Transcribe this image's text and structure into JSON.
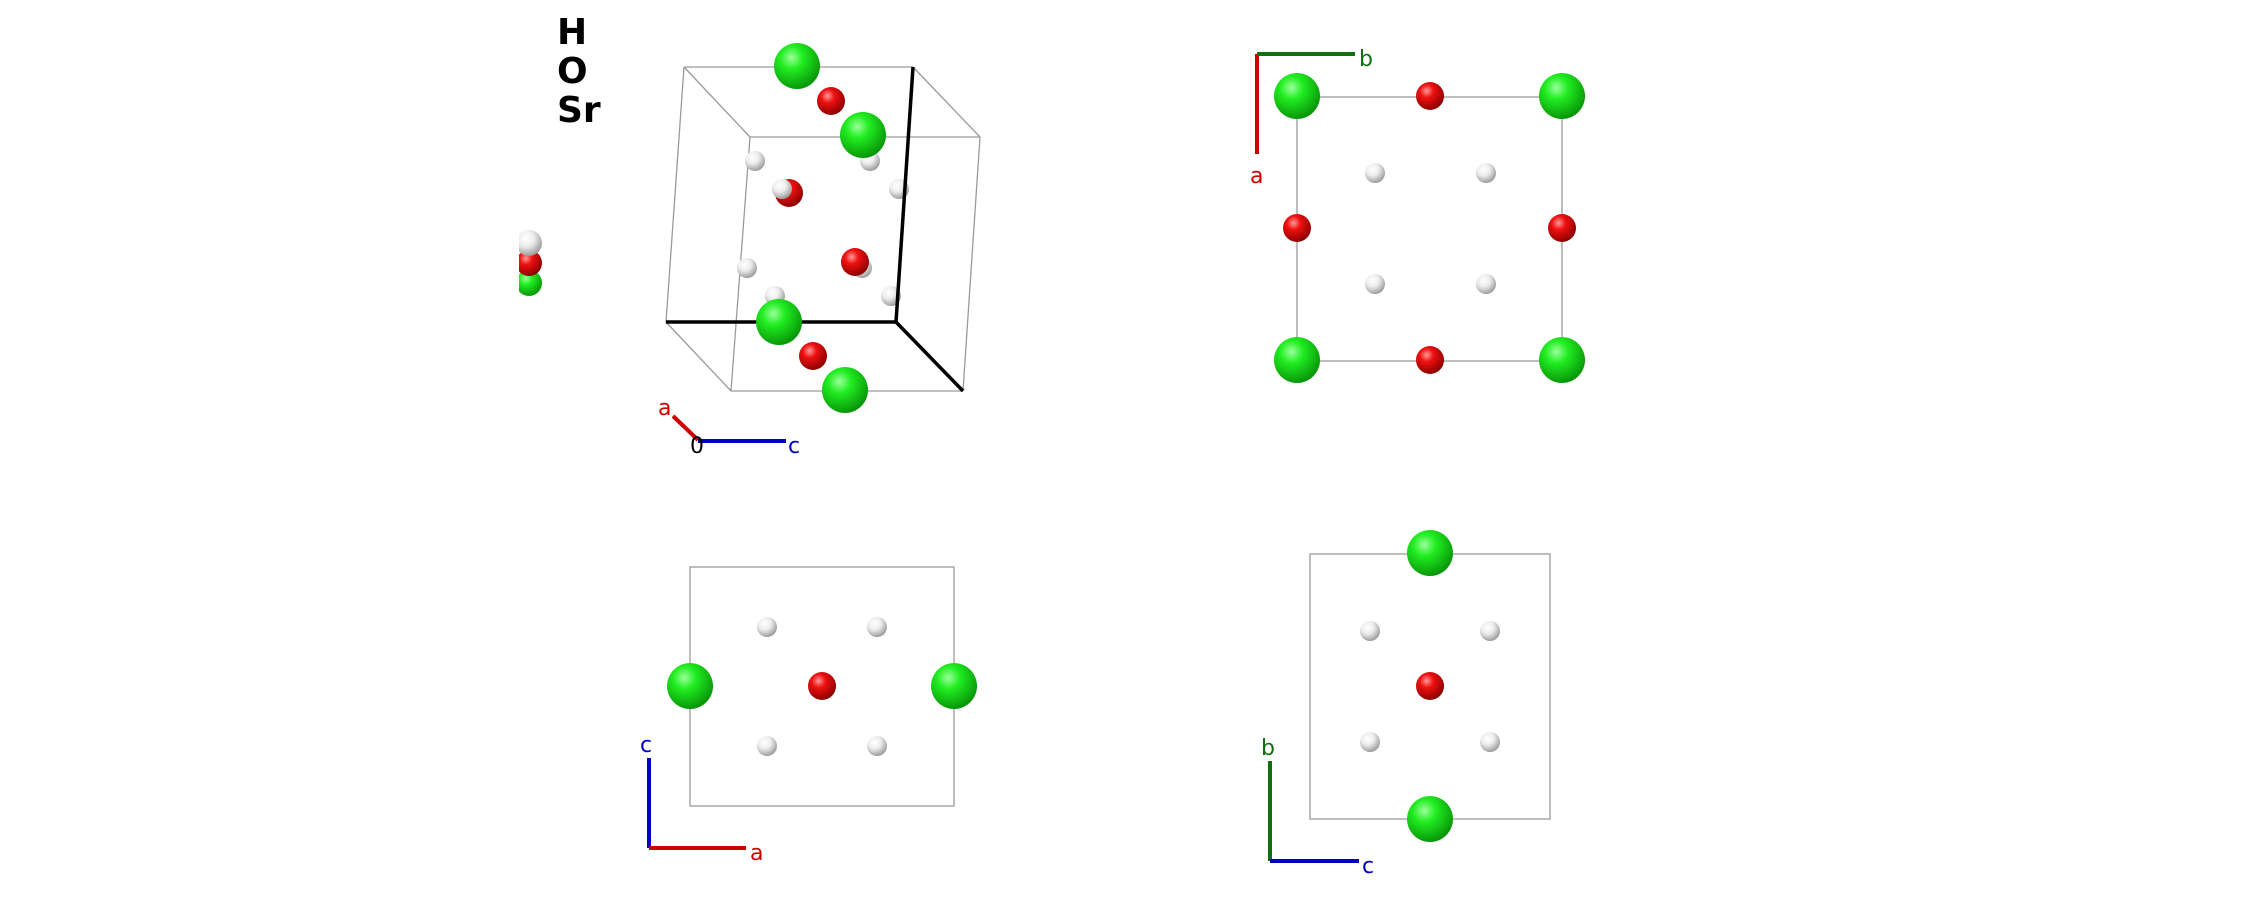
{
  "legend": {
    "elements": [
      "H",
      "O",
      "Sr"
    ]
  },
  "colors": {
    "H": "#e8e8e8",
    "O": "#e00000",
    "Sr": "#12d812",
    "axis_a": "#cc0000",
    "axis_b": "#107010",
    "axis_c": "#0000c0",
    "origin": "#000000"
  },
  "views": {
    "perspective": {
      "axes": {
        "a": "a",
        "c": "c",
        "origin": "0"
      }
    },
    "top_right": {
      "axes": {
        "a": "a",
        "b": "b"
      }
    },
    "bottom_left": {
      "axes": {
        "c": "c",
        "a": "a"
      }
    },
    "bottom_right": {
      "axes": {
        "b": "b",
        "c": "c"
      }
    }
  }
}
